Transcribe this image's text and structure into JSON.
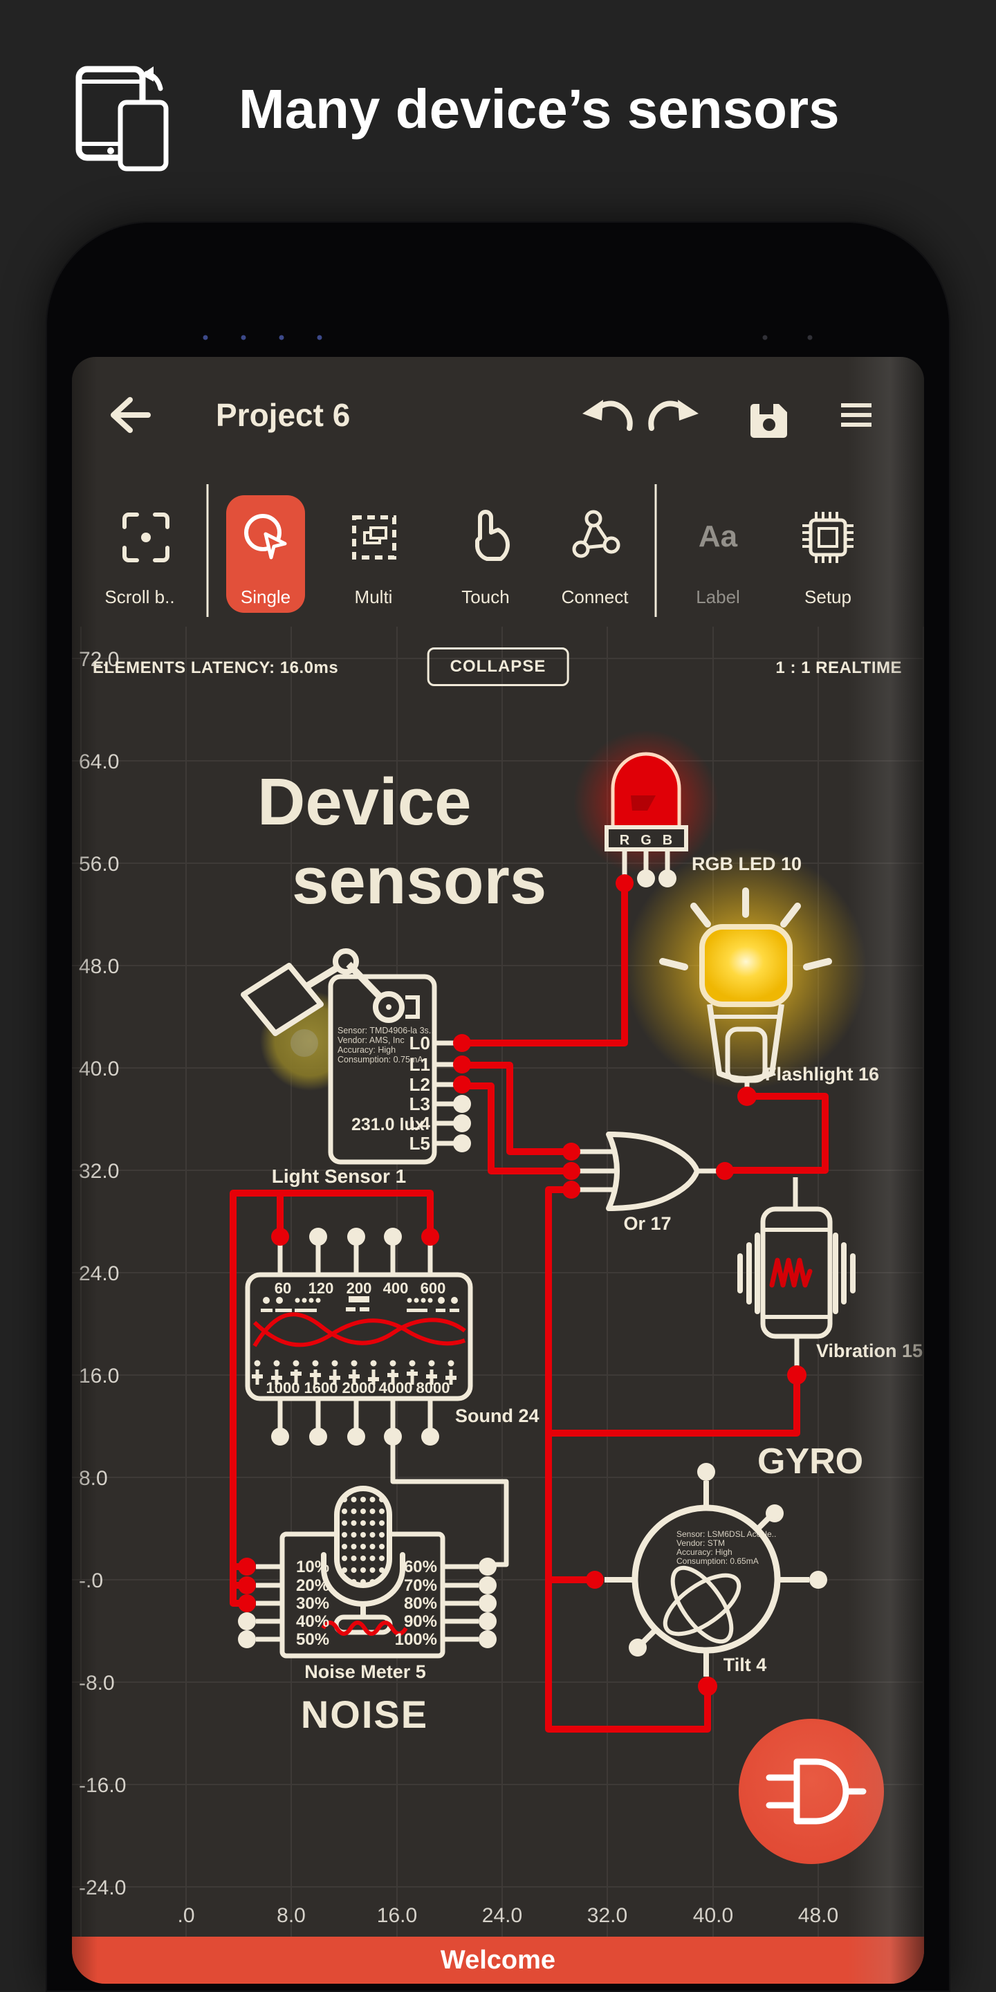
{
  "poster": {
    "title": "Many device’s sensors"
  },
  "phone": {
    "appbar": {
      "title": "Project 6"
    },
    "toolbar": {
      "items": [
        {
          "label": "Scroll b.."
        },
        {
          "label": "Single"
        },
        {
          "label": "Multi"
        },
        {
          "label": "Touch"
        },
        {
          "label": "Connect"
        },
        {
          "label": "Label"
        },
        {
          "label": "Setup"
        }
      ]
    },
    "statusbar": {
      "latency": "ELEMENTS LATENCY: 16.0ms",
      "collapse_label": "COLLAPSE",
      "realtime": "1 : 1 REALTIME"
    },
    "welcome_label": "Welcome"
  },
  "canvas": {
    "headline": {
      "line1": "Device",
      "line2": "sensors"
    },
    "axes": {
      "y_ticks": [
        "72.0",
        "64.0",
        "56.0",
        "48.0",
        "40.0",
        "32.0",
        "24.0",
        "16.0",
        "8.0",
        "-.0",
        "-8.0",
        "-16.0",
        "-24.0"
      ],
      "x_ticks": [
        ".0",
        "8.0",
        "16.0",
        "24.0",
        "32.0",
        "40.0",
        "48.0"
      ]
    },
    "rgb_led": {
      "label": "RGB LED 10",
      "pin_letters": [
        "R",
        "G",
        "B"
      ]
    },
    "light_sensor": {
      "label": "Light Sensor 1",
      "reading": "231.0 lux",
      "pins": [
        "L0",
        "L1",
        "L2",
        "L3",
        "L4",
        "L5"
      ],
      "info_lines": [
        "Sensor: TMD4906-la 3s..",
        "Vendor: AMS, Inc",
        "Accuracy: High",
        "Consumption: 0.75mA"
      ]
    },
    "flashlight": {
      "label": "Flashlight 16"
    },
    "or_gate": {
      "label": "Or 17"
    },
    "vibration": {
      "label": "Vibration 15"
    },
    "sound": {
      "label": "Sound 24",
      "top_freqs": [
        "60",
        "120",
        "200",
        "400",
        "600"
      ],
      "bottom_freqs": [
        "1000",
        "1600",
        "2000",
        "4000",
        "8000"
      ]
    },
    "noise": {
      "label": "Noise Meter 5",
      "big_label": "NOISE",
      "left_pins": [
        "10%",
        "20%",
        "30%",
        "40%",
        "50%"
      ],
      "right_pins": [
        "60%",
        "70%",
        "80%",
        "90%",
        "100%"
      ]
    },
    "tilt": {
      "label": "Tilt 4",
      "big_label": "GYRO",
      "info_lines": [
        "Sensor: LSM6DSL Accele..",
        "Vendor: STM",
        "Accuracy: High",
        "Consumption: 0.65mA"
      ]
    }
  },
  "colors": {
    "accent_red": "#e14b35",
    "wire_red": "#e60008",
    "cream": "#f1ead9",
    "glow_yellow": "#f6c80a"
  }
}
